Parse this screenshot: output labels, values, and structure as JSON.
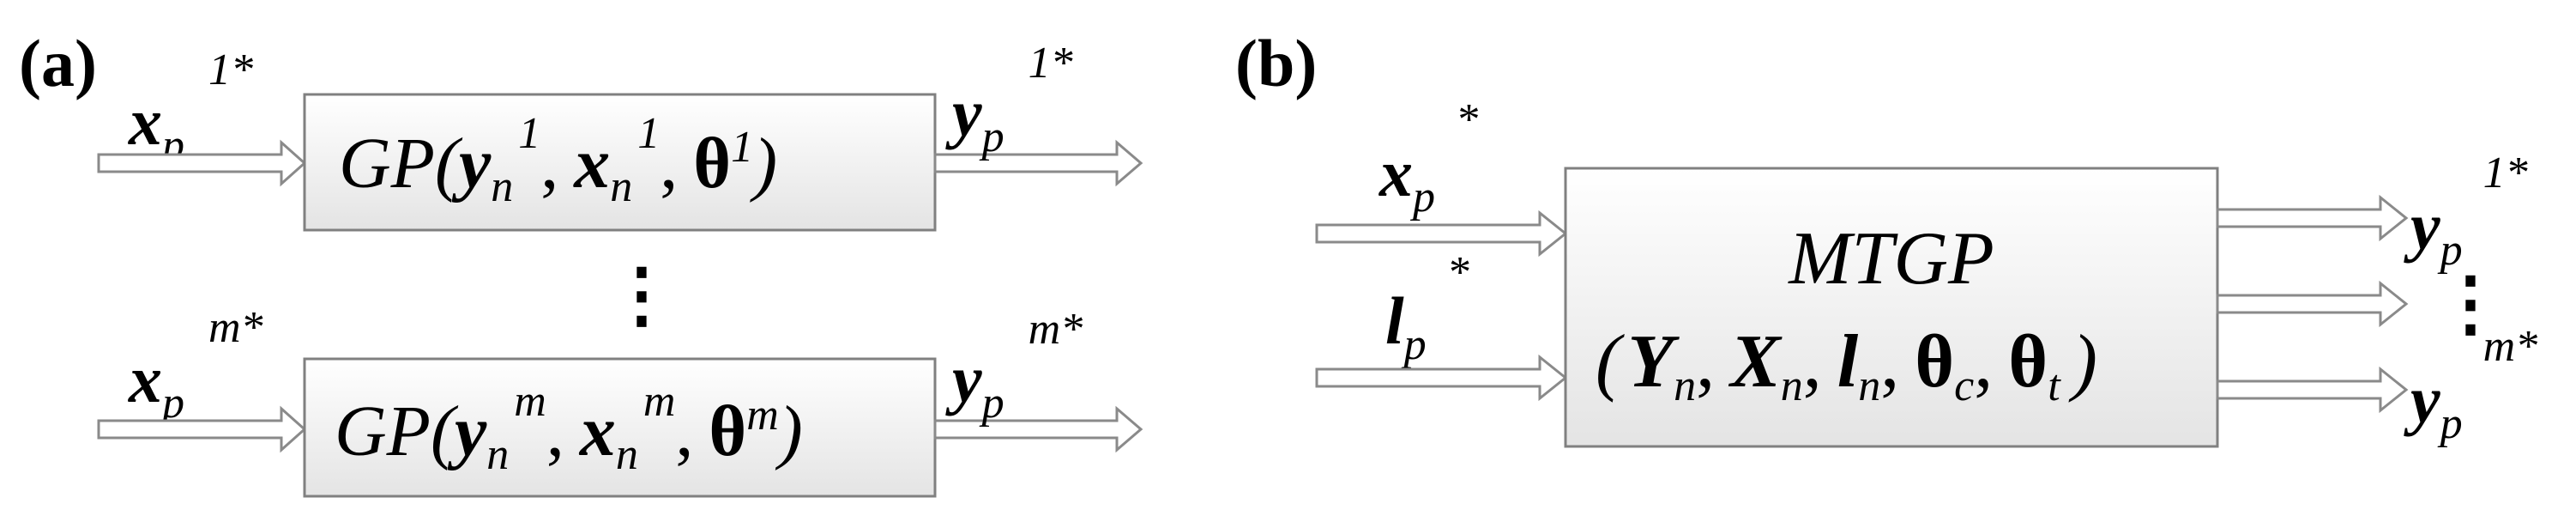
{
  "panels": {
    "a": {
      "label": "(a)"
    },
    "b": {
      "label": "(b)"
    }
  },
  "panel_a": {
    "top": {
      "input": {
        "base": "x",
        "sub": "p",
        "sup": "1*"
      },
      "output": {
        "base": "y",
        "sub": "p",
        "sup": "1*"
      },
      "box": {
        "prefix": "GP(",
        "y": "y",
        "y_sub": "n",
        "y_sup": "1",
        "x": "x",
        "x_sub": "n",
        "x_sup": "1",
        "theta": "θ",
        "theta_sup": "1",
        "suffix": ")",
        "comma": ","
      }
    },
    "ellipsis": "⋮",
    "bottom": {
      "input": {
        "base": "x",
        "sub": "p",
        "sup": "m*"
      },
      "output": {
        "base": "y",
        "sub": "p",
        "sup": "m*"
      },
      "box": {
        "prefix": "GP(",
        "y": "y",
        "y_sub": "n",
        "y_sup": "m",
        "x": "x",
        "x_sub": "n",
        "x_sup": "m",
        "theta": "θ",
        "theta_sup": "m",
        "suffix": ")",
        "comma": ","
      }
    }
  },
  "panel_b": {
    "input_x": {
      "base": "x",
      "sub": "p",
      "sup": "*"
    },
    "input_l": {
      "base": "l",
      "sub": "p",
      "sup": "*"
    },
    "box": {
      "title": "MTGP",
      "open": "(",
      "Y": "Y",
      "Y_sub": "n",
      "X": "X",
      "X_sub": "n",
      "l": "l",
      "l_sub": "n",
      "tc": "θ",
      "tc_sub": "c",
      "tt": "θ",
      "tt_sub": "t",
      "close": ")",
      "comma": ","
    },
    "output_top": {
      "base": "y",
      "sub": "p",
      "sup": "1*"
    },
    "ellipsis": "⋮",
    "output_bottom": {
      "base": "y",
      "sub": "p",
      "sup": "m*"
    }
  }
}
